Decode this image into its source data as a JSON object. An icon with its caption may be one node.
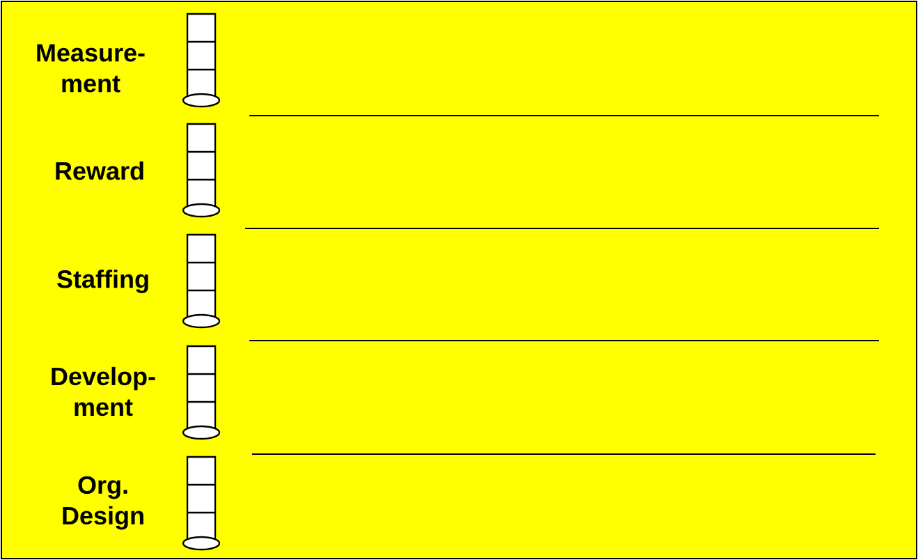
{
  "diagram": {
    "labels": [
      "Measure- ment",
      "Reward",
      "Staffing",
      "Develop- ment",
      "Org. Design"
    ]
  }
}
